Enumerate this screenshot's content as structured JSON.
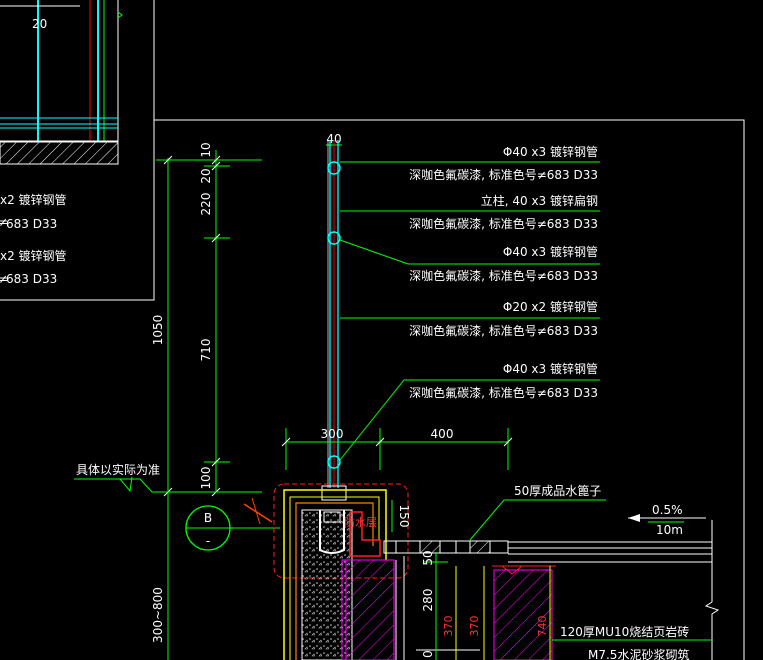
{
  "dimensions": {
    "top_left_partial": "20",
    "top_40": "40",
    "v_10": "10",
    "v_20": "20",
    "v_220": "220",
    "v_710": "710",
    "v_100": "100",
    "v_1050": "1050",
    "v_300_800": "300~800",
    "h_300": "300",
    "h_400": "400",
    "v_150": "150",
    "v_50": "50",
    "v_280": "280",
    "v_0": "0",
    "red_370_a": "370",
    "red_370_b": "370",
    "red_740": "740"
  },
  "left_panel_labels": {
    "pipe_a": "x2 镀锌钢管",
    "paint_a": "683 D33",
    "pipe_b": "x2 镀锌钢管",
    "paint_b": "683 D33"
  },
  "callouts": {
    "c1_top": "Φ40 x3 镀锌钢管",
    "c1_bottom": "深咖色氟碳漆, 标准色号≠683 D33",
    "c2_top": "立柱, 40 x3 镀锌扁钢",
    "c2_bottom": "深咖色氟碳漆, 标准色号≠683 D33",
    "c3_top": "Φ40 x3 镀锌钢管",
    "c3_bottom": "深咖色氟碳漆, 标准色号≠683 D33",
    "c4_top": "Φ20 x2 镀锌钢管",
    "c4_bottom": "深咖色氟碳漆, 标准色号≠683 D33",
    "c5_top": "Φ40 x3 镀锌钢管",
    "c5_bottom": "深咖色氟碳漆, 标准色号≠683 D33"
  },
  "notes": {
    "actual_note": "具体以实际为准",
    "gutter": "50厚成品水篦子",
    "slope": "0.5%",
    "length": "10m",
    "brick": "120厚MU10烧结页岩砖",
    "mortar": "M7.5水泥砂浆砌筑",
    "red_small": "防水层"
  },
  "section_marker": {
    "letter": "B",
    "sub": "-"
  },
  "colors": {
    "background": "#000000",
    "frame": "#ffffff",
    "leader": "#00ff00",
    "cyan": "#00ffff",
    "red": "#ff0000",
    "yellow": "#ffff00",
    "magenta": "#ff00ff",
    "orange": "#ff8000"
  }
}
